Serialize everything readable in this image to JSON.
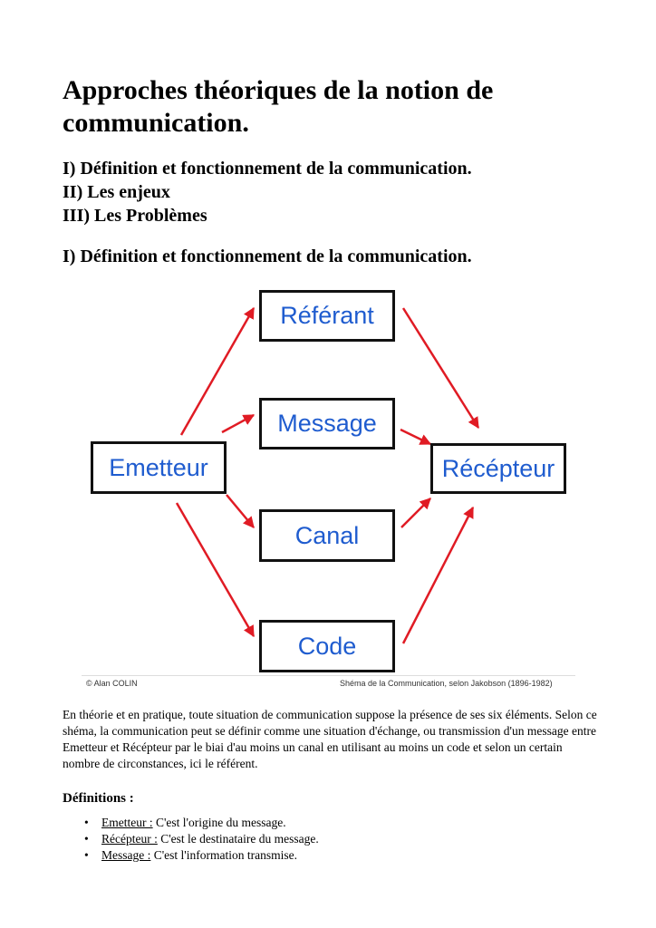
{
  "document": {
    "title": "Approches théoriques de la notion de communication.",
    "toc": [
      "I) Définition et fonctionnement de la communication.",
      "II) Les enjeux",
      "III) Les Problèmes"
    ],
    "section_heading": "I) Définition et fonctionnement de la communication.",
    "diagram": {
      "nodes": {
        "emetteur": "Emetteur",
        "referant": "Référant",
        "message": "Message",
        "canal": "Canal",
        "code": "Code",
        "recepteur": "Récépteur"
      },
      "credit_left": "© Alan COLIN",
      "credit_right": "Shéma de la Communication, selon Jakobson (1896-1982)",
      "text_color": "#1f5ccf",
      "arrow_color": "#e01b24"
    },
    "paragraph": "En théorie et en pratique, toute situation de communication suppose la présence de ses six éléments. Selon ce shéma, la communication peut se définir comme une situation d'échange, ou transmission d'un message entre Emetteur et Récépteur par le biai d'au moins un canal en utilisant au moins un code et selon un certain nombre de circonstances, ici le référent.",
    "definitions_title": "Définitions :",
    "definitions": [
      {
        "bullet": "•",
        "term": "Emetteur :",
        "text": " C'est l'origine du message."
      },
      {
        "bullet": "•",
        "term": "Récépteur :",
        "text": " C'est le destinataire du message."
      },
      {
        "bullet": "•",
        "term": "Message :",
        "text": " C'est l'information transmise."
      }
    ]
  }
}
